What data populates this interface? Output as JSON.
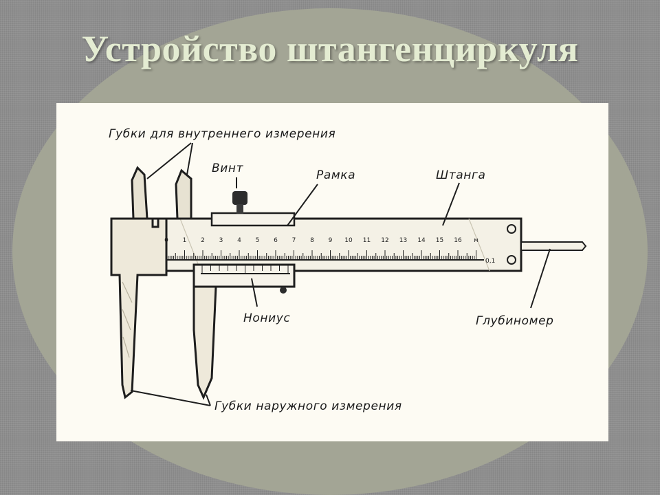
{
  "title": "Устройство штангенциркуля",
  "labels": {
    "inner_jaws": "Губки для внутреннего измерения",
    "screw": "Винт",
    "frame": "Рамка",
    "beam": "Штанга",
    "vernier": "Нониус",
    "depth_gauge": "Глубиномер",
    "outer_jaws": "Губки наружного измерения"
  },
  "scale": {
    "numbers": [
      "0",
      "1",
      "2",
      "3",
      "4",
      "5",
      "6",
      "7",
      "8",
      "9",
      "10",
      "11",
      "12",
      "13",
      "14",
      "15",
      "16",
      "м"
    ],
    "mark": "0,1"
  },
  "colors": {
    "background": "#8e8e8e",
    "ellipse": "#a3a595",
    "panel": "#fdfbf3",
    "title": "#e4ecd2",
    "ink": "#1e1e1e"
  }
}
